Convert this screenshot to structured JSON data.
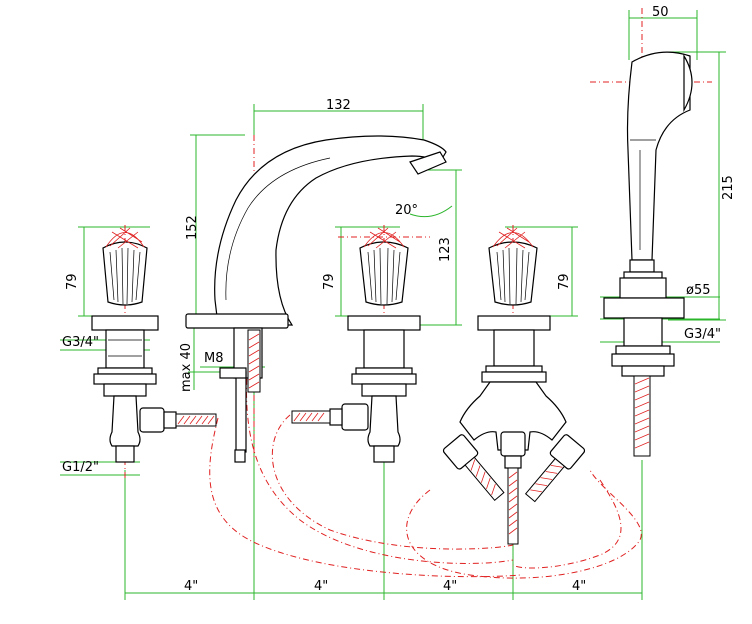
{
  "labels": {
    "shower_width": "50",
    "spout_reach": "132",
    "spout_height": "152",
    "outlet_height": "123",
    "outlet_angle": "20°",
    "handle_height_left": "79",
    "handle_height_mid": "79",
    "handle_height_right": "79",
    "shower_height": "215",
    "shower_diameter": "ø55",
    "thread_left": "G3/4\"",
    "thread_right": "G3/4\"",
    "thread_inlet": "G1/2\"",
    "max_deck": "max 40",
    "bolt": "M8",
    "spacing_1": "4\"",
    "spacing_2": "4\"",
    "spacing_3": "4\"",
    "spacing_4": "4\""
  },
  "colors": {
    "dimension_lines": "#2bb52b",
    "hoses_centerlines": "#e02020",
    "outline": "#000000"
  }
}
